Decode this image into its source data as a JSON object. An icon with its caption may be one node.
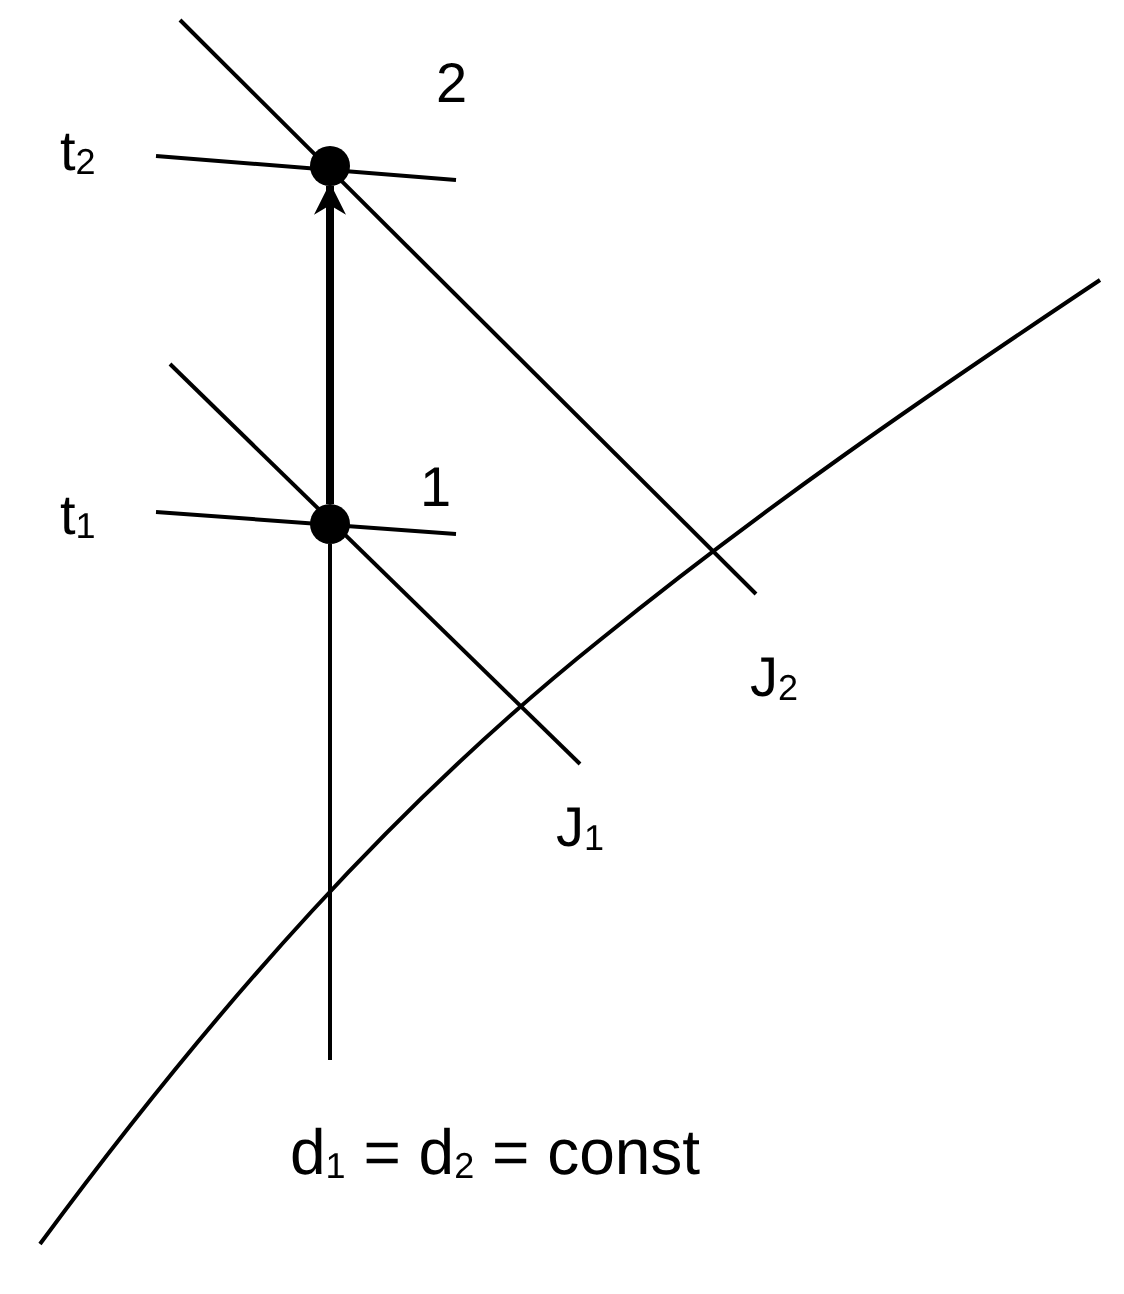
{
  "diagram": {
    "nodes": [
      {
        "text": [],
        "shape": "circle",
        "beside": [
          "1"
        ]
      },
      {
        "text": [],
        "shape": "circle",
        "beside": [
          "2"
        ]
      }
    ],
    "edges": [
      {
        "from": null,
        "to": 0,
        "arrow": "none"
      },
      {
        "from": 0,
        "to": 1,
        "arrow": "to",
        "style": "thick"
      }
    ],
    "labels": [
      "t$_{2}$",
      "t$_{1}$",
      "J$_{2}$",
      "J$_{1}$",
      "d$_{1}$ = d$_{2}$ = const"
    ]
  }
}
